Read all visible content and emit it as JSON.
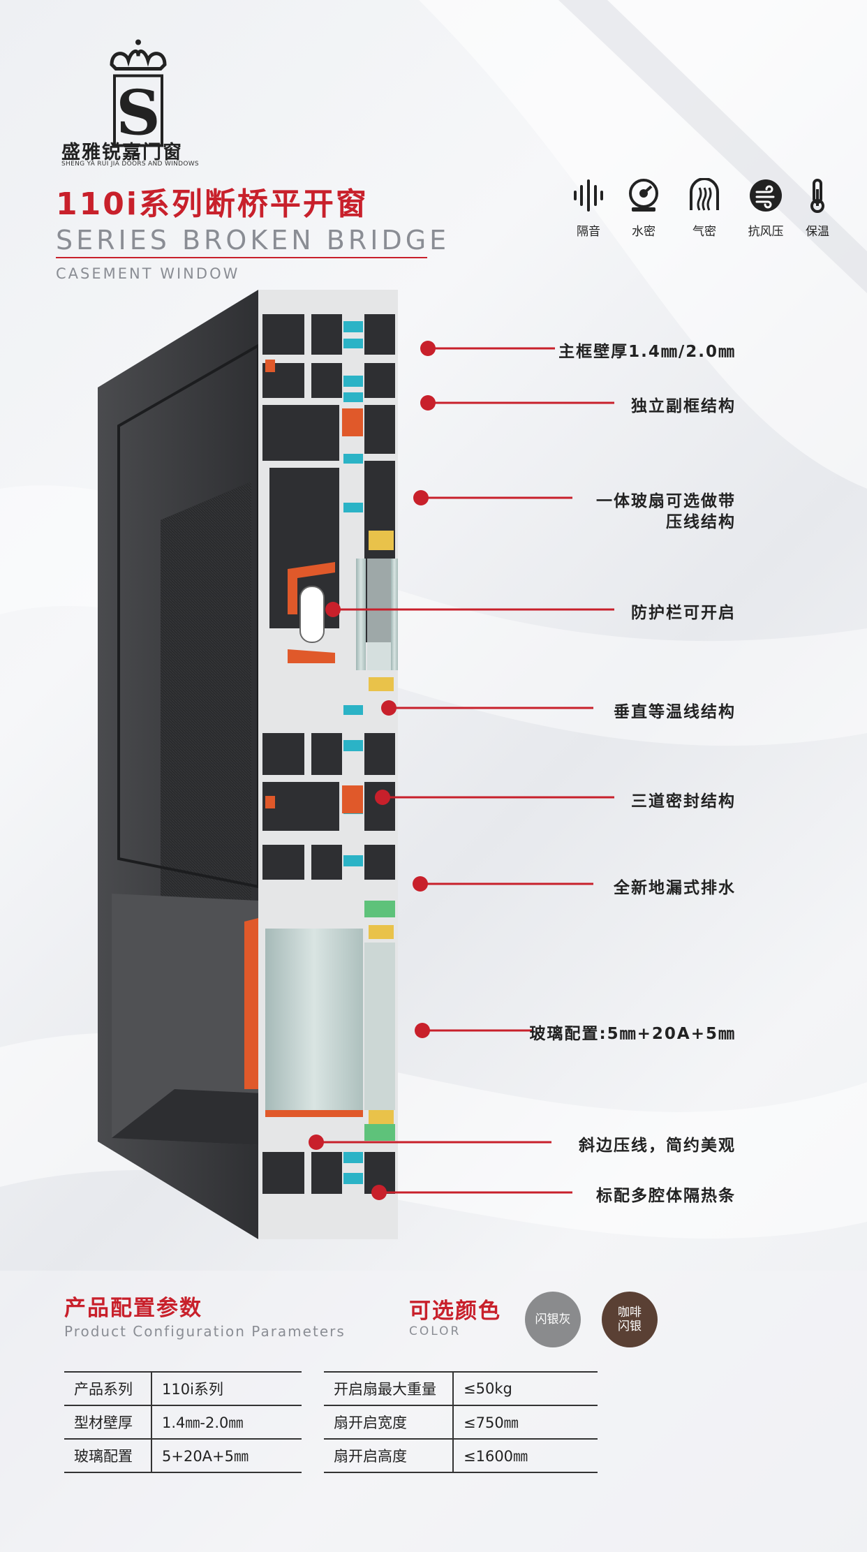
{
  "brand": {
    "name": "盛雅锐嘉门窗",
    "subtitle": "SHENG YA RUI JIA DOORS AND WINDOWS",
    "logo_letter": "S"
  },
  "title": {
    "cn": "110i系列断桥平开窗",
    "en_line1": "SERIES BROKEN BRIDGE",
    "en_line2": "CASEMENT WINDOW"
  },
  "features": [
    {
      "icon": "sound-insulation-icon",
      "label": "隔音"
    },
    {
      "icon": "water-seal-icon",
      "label": "水密"
    },
    {
      "icon": "air-seal-icon",
      "label": "气密"
    },
    {
      "icon": "wind-pressure-icon",
      "label": "抗风压"
    },
    {
      "icon": "thermometer-icon",
      "label": "保温"
    }
  ],
  "callouts": [
    {
      "line1": "主框壁厚1.4㎜/2.0㎜",
      "line2": ""
    },
    {
      "line1": "独立副框结构",
      "line2": ""
    },
    {
      "line1": "一体玻扇可选做带",
      "line2": "压线结构"
    },
    {
      "line1": "防护栏可开启",
      "line2": ""
    },
    {
      "line1": "垂直等温线结构",
      "line2": ""
    },
    {
      "line1": "三道密封结构",
      "line2": ""
    },
    {
      "line1": "全新地漏式排水",
      "line2": ""
    },
    {
      "line1": "玻璃配置:5㎜+20A+5㎜",
      "line2": ""
    },
    {
      "line1": "斜边压线，简约美观",
      "line2": ""
    },
    {
      "line1": "标配多腔体隔热条",
      "line2": ""
    }
  ],
  "params": {
    "title": "产品配置参数",
    "subtitle": "Product Configuration Parameters",
    "left": [
      {
        "k": "产品系列",
        "v": "110i系列"
      },
      {
        "k": "型材壁厚",
        "v": "1.4㎜-2.0㎜"
      },
      {
        "k": "玻璃配置",
        "v": "5+20A+5㎜"
      }
    ],
    "right": [
      {
        "k": "开启扇最大重量",
        "v": "≤50kg"
      },
      {
        "k": "扇开启宽度",
        "v": "≤750㎜"
      },
      {
        "k": "扇开启高度",
        "v": "≤1600㎜"
      }
    ]
  },
  "colors": {
    "title": "可选颜色",
    "subtitle": "COLOR",
    "swatches": [
      {
        "label": "闪银灰",
        "hex": "#8a8b8d"
      },
      {
        "label": "咖啡\n闪银",
        "hex": "#5a4034"
      }
    ]
  },
  "theme": {
    "accent": "#c8202b",
    "frame": "#3d3e41",
    "break": "#2bb3c6",
    "gasket": "#e0592a"
  }
}
